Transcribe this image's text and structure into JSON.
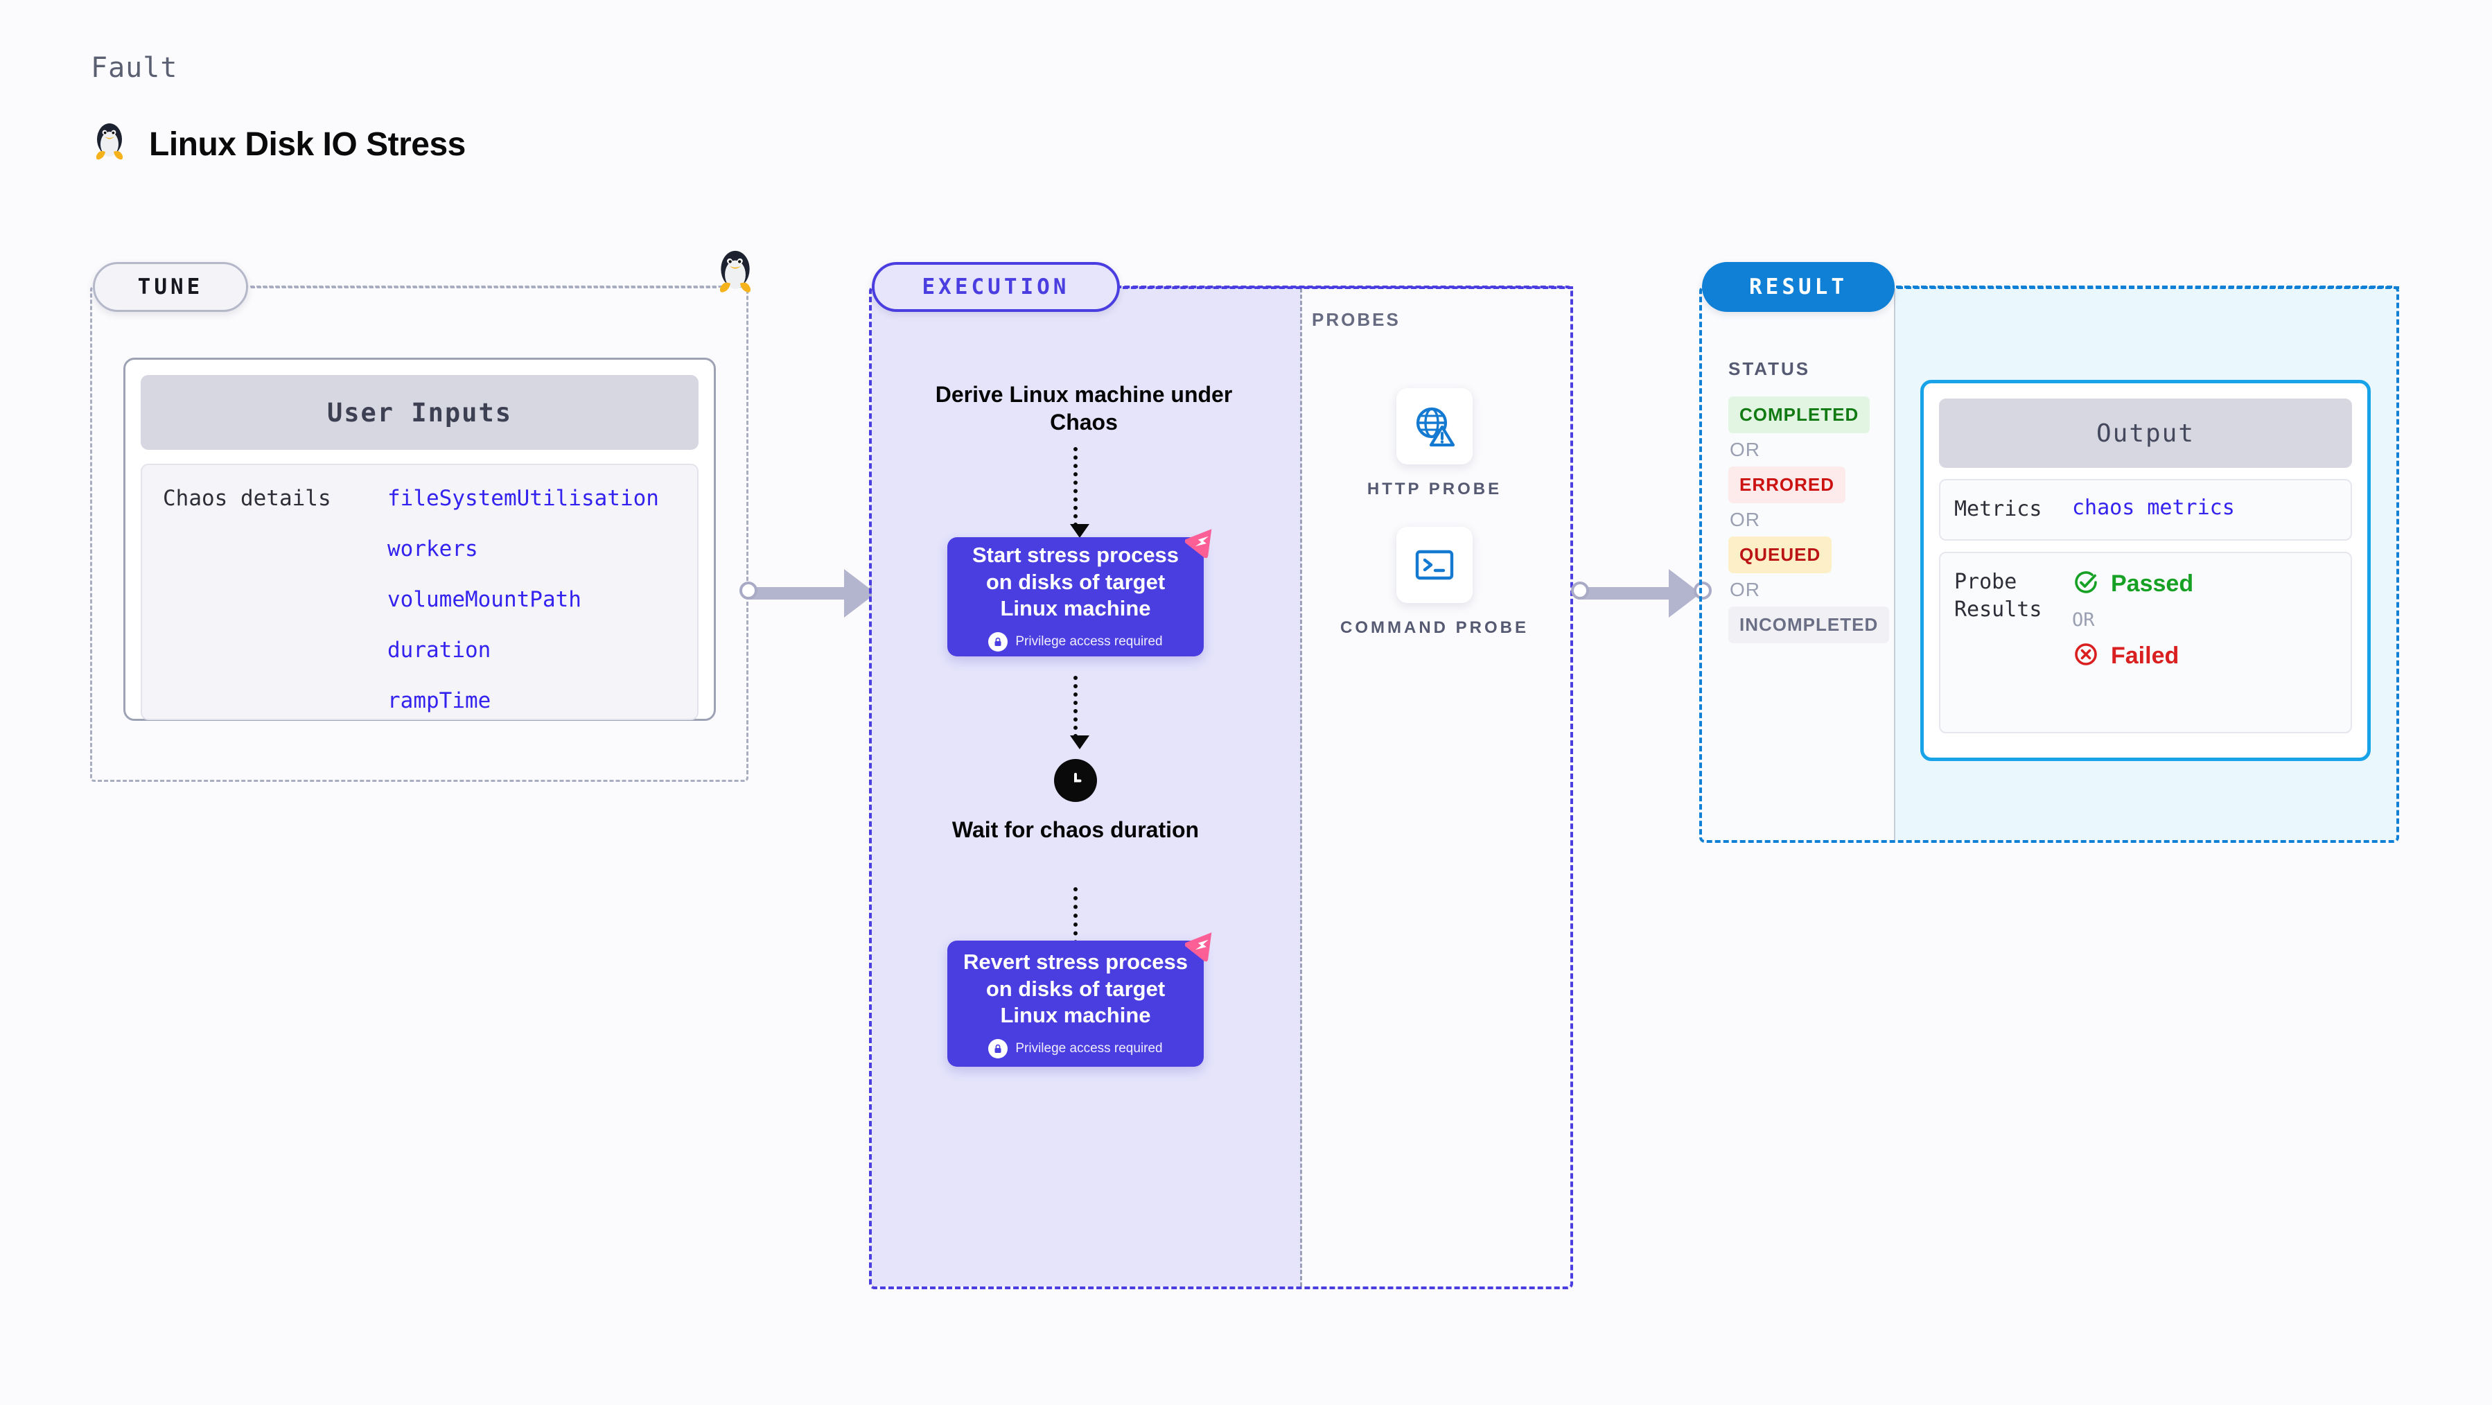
{
  "header": {
    "kicker": "Fault",
    "title": "Linux Disk IO Stress",
    "icon": "tux-penguin-icon"
  },
  "tune": {
    "badge": "TUNE",
    "card_title": "User Inputs",
    "params_label": "Chaos details",
    "params": [
      "fileSystemUtilisation",
      "workers",
      "volumeMountPath",
      "duration",
      "rampTime"
    ],
    "icon": "tux-penguin-icon"
  },
  "execution": {
    "badge": "EXECUTION",
    "derive_step": "Derive Linux machine under Chaos",
    "start_step": "Start stress process on disks of target Linux machine",
    "wait_step": "Wait for chaos duration",
    "revert_step": "Revert stress process on disks of target Linux machine",
    "privilege_note": "Privilege access required",
    "clock_icon": "clock-icon",
    "chaos_icon": "chaos-badge-icon",
    "lock_icon": "lock-icon"
  },
  "probes": {
    "label": "PROBES",
    "items": [
      {
        "name": "HTTP PROBE",
        "icon": "globe-warning-icon"
      },
      {
        "name": "COMMAND PROBE",
        "icon": "terminal-icon"
      }
    ]
  },
  "result": {
    "badge": "RESULT",
    "status_label": "STATUS",
    "or_text": "OR",
    "statuses": [
      {
        "label": "COMPLETED",
        "color": "#127a13",
        "bg": "#e2f5e2"
      },
      {
        "label": "ERRORED",
        "color": "#cc1111",
        "bg": "#fdeaea"
      },
      {
        "label": "QUEUED",
        "color": "#bb1414",
        "bg": "#fdf0c8"
      },
      {
        "label": "INCOMPLETED",
        "color": "#6a6f86",
        "bg": "#f0f0f5"
      }
    ],
    "output": {
      "title": "Output",
      "metrics_key": "Metrics",
      "metrics_value": "chaos metrics",
      "probe_results_key": "Probe Results",
      "passed": "Passed",
      "failed": "Failed",
      "or_text": "OR",
      "pass_icon": "check-circle-icon",
      "fail_icon": "x-circle-icon"
    }
  },
  "colors": {
    "accent_purple": "#4b3ee0",
    "accent_blue": "#0f80d6",
    "accent_cyan": "#18a2e8",
    "param_blue": "#3422ef",
    "pink_chaos": "#fb5f96"
  }
}
